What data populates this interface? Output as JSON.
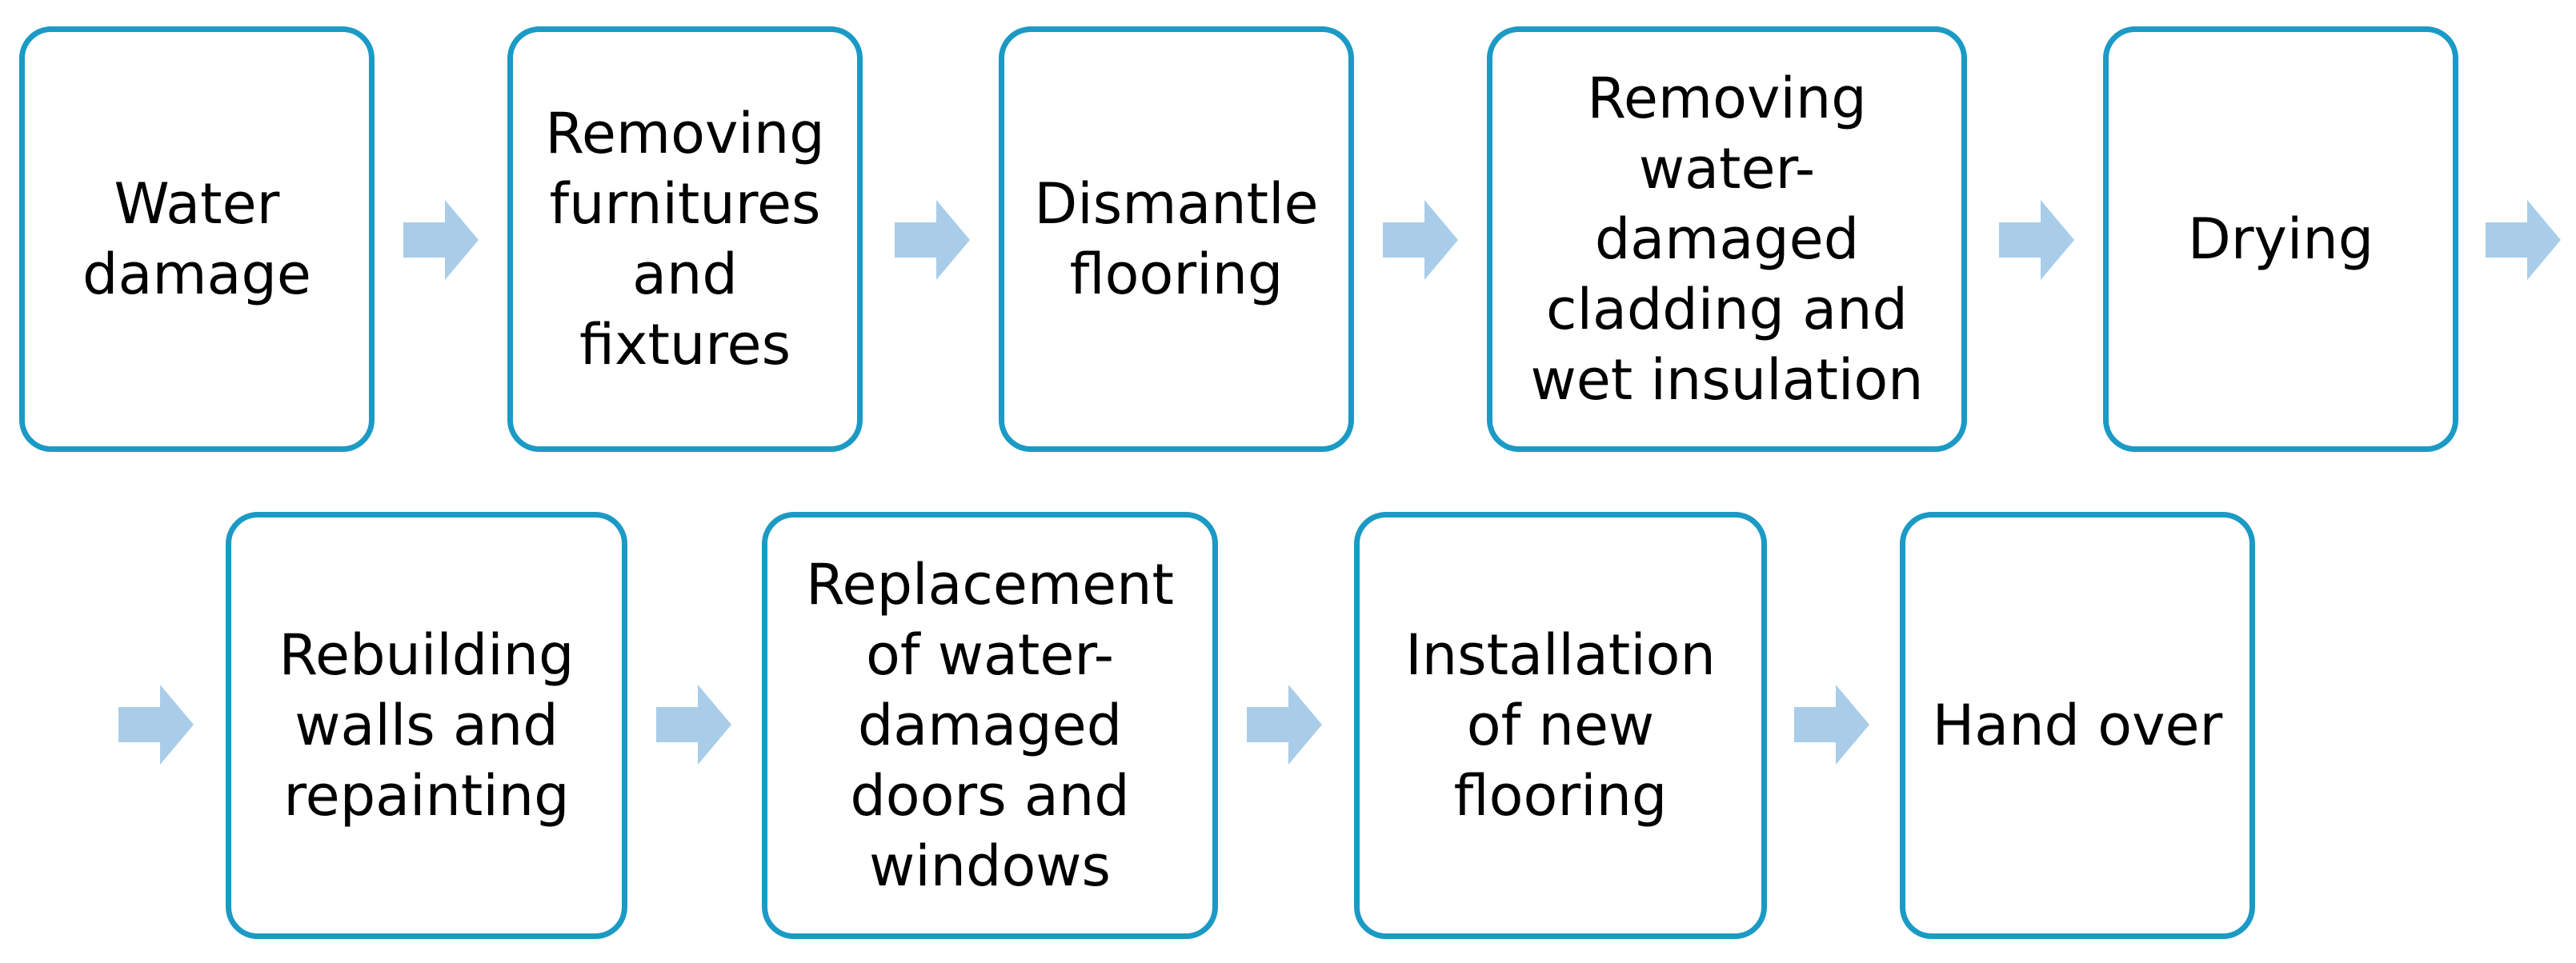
{
  "colors": {
    "box_border": "#1b9ac5",
    "arrow_fill": "#a9cde9",
    "text": "#000000",
    "background": "#ffffff"
  },
  "steps": [
    {
      "label": "Water\ndamage"
    },
    {
      "label": "Removing\nfurnitures\nand\nfixtures"
    },
    {
      "label": "Dismantle\nflooring"
    },
    {
      "label": "Removing\nwater-\ndamaged\ncladding and\nwet insulation"
    },
    {
      "label": "Drying"
    },
    {
      "label": "Rebuilding\nwalls and\nrepainting"
    },
    {
      "label": "Replacement\nof water-\ndamaged\ndoors and\nwindows"
    },
    {
      "label": "Installation\nof new\nflooring"
    },
    {
      "label": "Hand over"
    }
  ]
}
